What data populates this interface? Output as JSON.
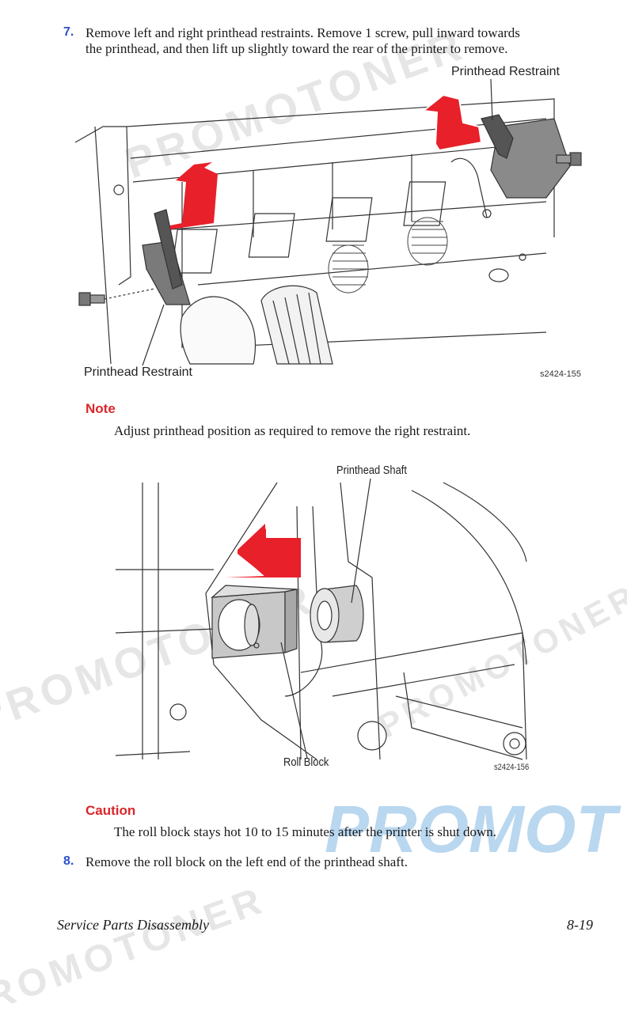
{
  "step7": {
    "number": "7.",
    "line1": "Remove left and right printhead restraints. Remove 1 screw, pull inward towards",
    "line2": "the printhead, and then lift up slightly toward the rear of the printer to remove."
  },
  "figure1": {
    "callout_top": "Printhead Restraint",
    "callout_bottom": "Printhead Restraint",
    "figure_id": "s2424-155"
  },
  "note": {
    "heading": "Note",
    "text": "Adjust printhead position as required to remove the right restraint."
  },
  "figure2": {
    "callout_top": "Printhead Shaft",
    "callout_bottom": "Roll Block",
    "figure_id": "s2424-156"
  },
  "caution": {
    "heading": "Caution",
    "text": "The roll block stays hot 10 to 15 minutes after the printer is shut down."
  },
  "step8": {
    "number": "8.",
    "text": "Remove the roll block on the left end of the printhead shaft."
  },
  "footer": {
    "section": "Service Parts Disassembly",
    "page": "8-19"
  },
  "watermark": {
    "text": "PROMOTONER",
    "blue_text": "PROMOT"
  },
  "colors": {
    "step_number": "#2a4fc9",
    "heading_red": "#d9262b",
    "arrow_red": "#e8202a",
    "watermark_blue": "#b9d7ef"
  }
}
